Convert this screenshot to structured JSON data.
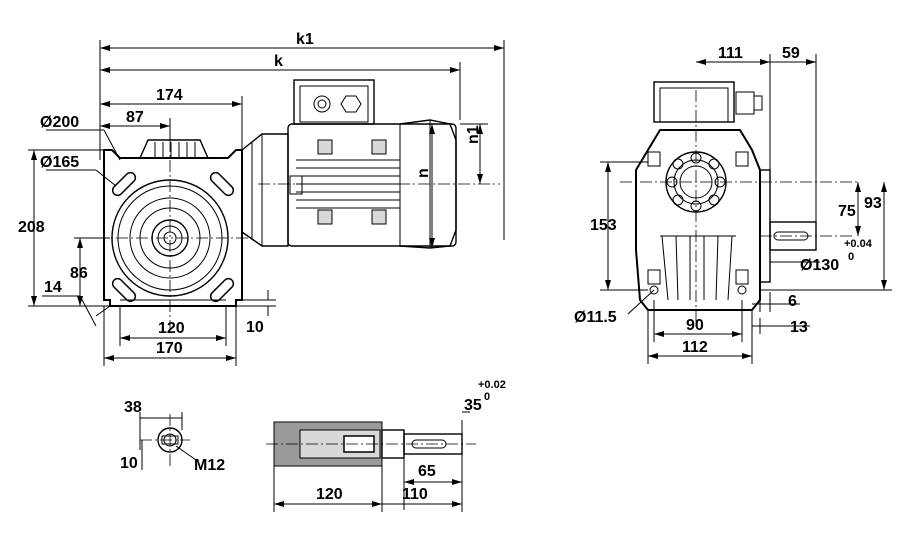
{
  "dimensions": {
    "k1": "k1",
    "k": "k",
    "d174": "174",
    "d87": "87",
    "dia200": "Ø200",
    "dia165": "Ø165",
    "d208": "208",
    "d86": "86",
    "d14": "14",
    "d120_front": "120",
    "d10_front": "10",
    "d170": "170",
    "n1": "n1",
    "n": "n",
    "d111": "111",
    "d59": "59",
    "d153": "153",
    "d75": "75",
    "d93": "93",
    "tol_plus": "+0.04",
    "tol_zero": "0",
    "dia130": "Ø130",
    "dia11_5": "Ø11.5",
    "d6": "6",
    "d90": "90",
    "d13": "13",
    "d112": "112",
    "d38": "38",
    "d10_shaft": "10",
    "m12": "M12",
    "d35": "35",
    "tol35_plus": "+0.02",
    "tol35_zero": "0",
    "d65": "65",
    "d120_shaft": "120",
    "d110": "110"
  }
}
